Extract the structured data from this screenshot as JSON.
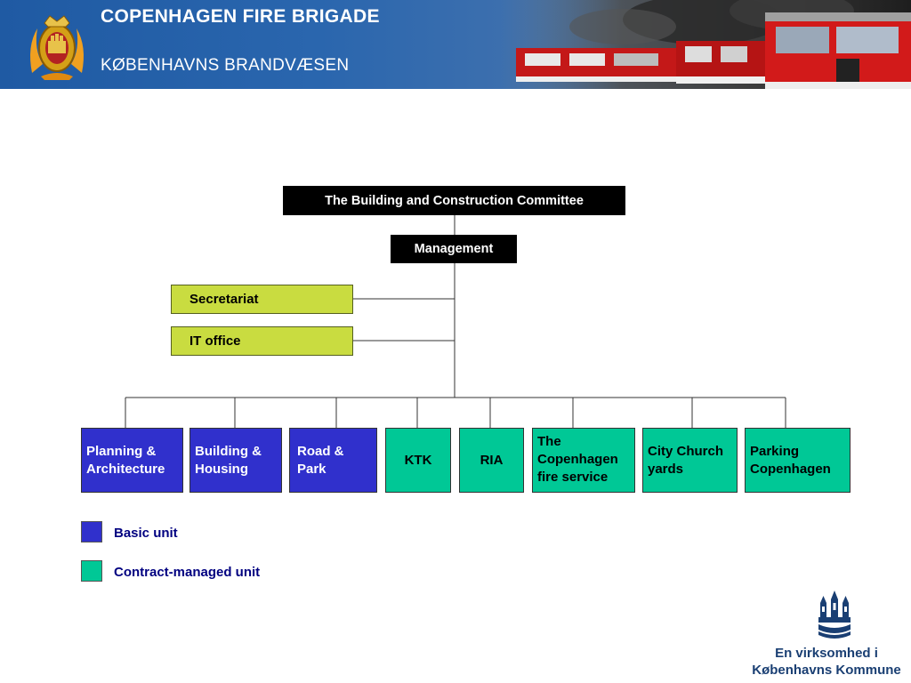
{
  "header": {
    "title_en": "COPENHAGEN FIRE BRIGADE",
    "title_dk": "KØBENHAVNS BRANDVÆSEN",
    "colors": {
      "banner": "#1f5aa3",
      "truck_red": "#c41818"
    }
  },
  "org": {
    "committee": "The Building and Construction Committee",
    "management": "Management",
    "staff": [
      "Secretariat",
      "IT office"
    ],
    "units": [
      {
        "label": "Planning & Architecture",
        "type": "basic"
      },
      {
        "label": "Building & Housing",
        "type": "basic"
      },
      {
        "label": "Road & Park",
        "type": "basic"
      },
      {
        "label": "KTK",
        "type": "contract"
      },
      {
        "label": "RIA",
        "type": "contract"
      },
      {
        "label": "The Copenhagen fire service",
        "type": "contract"
      },
      {
        "label": "City Church yards",
        "type": "contract"
      },
      {
        "label": "Parking Copenhagen",
        "type": "contract"
      }
    ],
    "colors": {
      "basic": "#3030cc",
      "contract": "#00c896",
      "staff": "#c9dc40",
      "top": "#000000"
    }
  },
  "legend": {
    "basic": "Basic unit",
    "contract": "Contract-managed unit"
  },
  "footer": {
    "line1": "En virksomhed i",
    "line2": "Københavns Kommune"
  }
}
